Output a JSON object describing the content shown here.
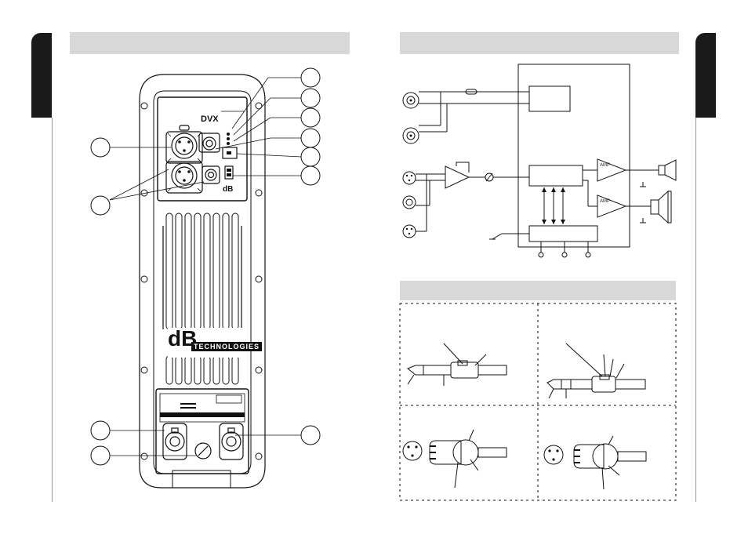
{
  "amp_labels": [
    "AMP",
    "AMP"
  ],
  "rear_panel": {
    "logo_model": "DVX",
    "logo_brand_symbol": "dB",
    "logo_brand_name": "TECHNOLOGIES",
    "small_logo": "dB"
  },
  "colors": {
    "ink": "#111111",
    "header_bar": "#d8d8d8",
    "side_tab": "#1a1a1a"
  }
}
